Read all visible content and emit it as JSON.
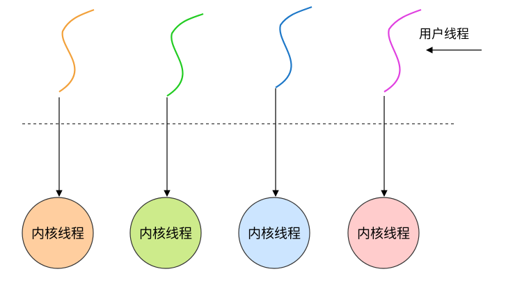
{
  "user_thread_label": "用户线程",
  "threads": [
    {
      "kernel_label": "内核线程",
      "wave_color": "#F2A13B",
      "circle_fill": "#FFCE9F",
      "circle_stroke": "#333333"
    },
    {
      "kernel_label": "内核线程",
      "wave_color": "#22CC22",
      "circle_fill": "#CDEB8B",
      "circle_stroke": "#333333"
    },
    {
      "kernel_label": "内核线程",
      "wave_color": "#1E78C8",
      "circle_fill": "#CCE5FF",
      "circle_stroke": "#333333"
    },
    {
      "kernel_label": "内核线程",
      "wave_color": "#E040E0",
      "circle_fill": "#FFCCCC",
      "circle_stroke": "#333333"
    }
  ]
}
